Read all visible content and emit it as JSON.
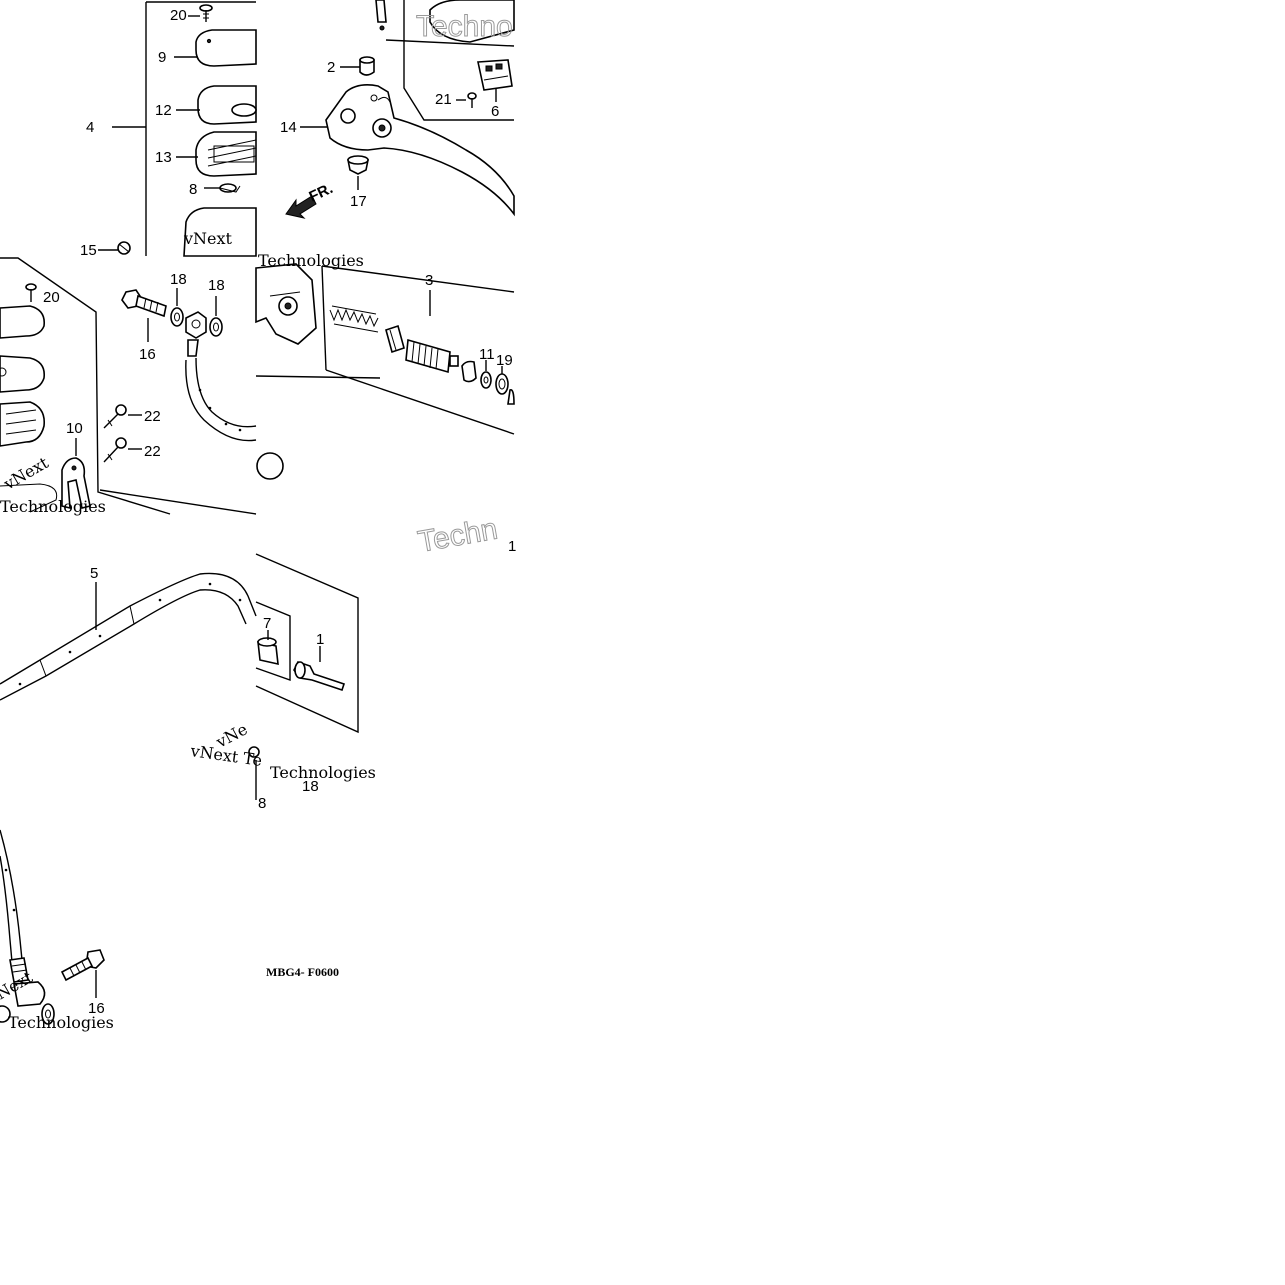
{
  "callouts": {
    "c1": "1",
    "c2": "2",
    "c3": "3",
    "c4": "4",
    "c5": "5",
    "c6": "6",
    "c7": "7",
    "c8a": "8",
    "c8b": "8",
    "c9": "9",
    "c10": "10",
    "c11": "11",
    "c12": "12",
    "c13": "13",
    "c14": "14",
    "c15": "15",
    "c16a": "16",
    "c16b": "16",
    "c17": "17",
    "c18a": "18",
    "c18b": "18",
    "c18c": "18",
    "c19": "19",
    "c20a": "20",
    "c20b": "20",
    "c21": "21",
    "c22a": "22",
    "c22b": "22",
    "c1edge": "1"
  },
  "front_arrow": "FR.",
  "diagram_code": "MBG4- F0600",
  "watermarks": {
    "vnext1": "vNext",
    "tech1": "Technologies",
    "vnext2": "vNext Te",
    "tech2": "Technologies",
    "vnext3": "Next",
    "tech3": "Technologies",
    "bigtech1": "Techno",
    "bigtech2": "Techn",
    "vn4": "vNe",
    "tech4": "Technologies"
  }
}
